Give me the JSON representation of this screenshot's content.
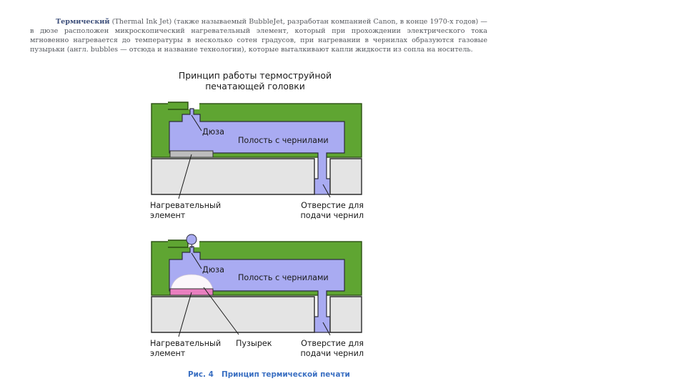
{
  "intro": {
    "lead": "Термический",
    "text": " (Thermal Ink Jet) (также называемый BubbleJet, разработан компанией Canon, в конце 1970-х годов) — в дюзе расположен микроскопический нагревательный элемент, который при прохождении электрического тока мгновенно нагревается до температуры в несколько сотен градусов, при нагревании в чернилах образуются газовые пузырьки (англ. bubbles — отсюда и название технологии), которые выталкивают капли жидкости из сопла на носитель."
  },
  "diagram": {
    "title_line1": "Принцип работы термоструйной",
    "title_line2": "печатающей головки",
    "top": {
      "nozzle": "Дюза",
      "cavity": "Полость с чернилами",
      "heater_line1": "Нагревательный",
      "heater_line2": "элемент",
      "inlet_line1": "Отверстие для",
      "inlet_line2": "подачи чернил"
    },
    "bottom": {
      "nozzle": "Дюза",
      "cavity": "Полость с чернилами",
      "heater_line1": "Нагревательный",
      "heater_line2": "элемент",
      "bubble": "Пузырек",
      "inlet_line1": "Отверстие для",
      "inlet_line2": "подачи чернил"
    },
    "caption_number": "Рис. 4",
    "caption_text": "Принцип термической печати"
  },
  "colors": {
    "housing": "#5fa532",
    "ink": "#a9abf2",
    "heater": "#bdbdbd",
    "heater_active": "#e97fc0",
    "caption": "#3a6fc2"
  }
}
